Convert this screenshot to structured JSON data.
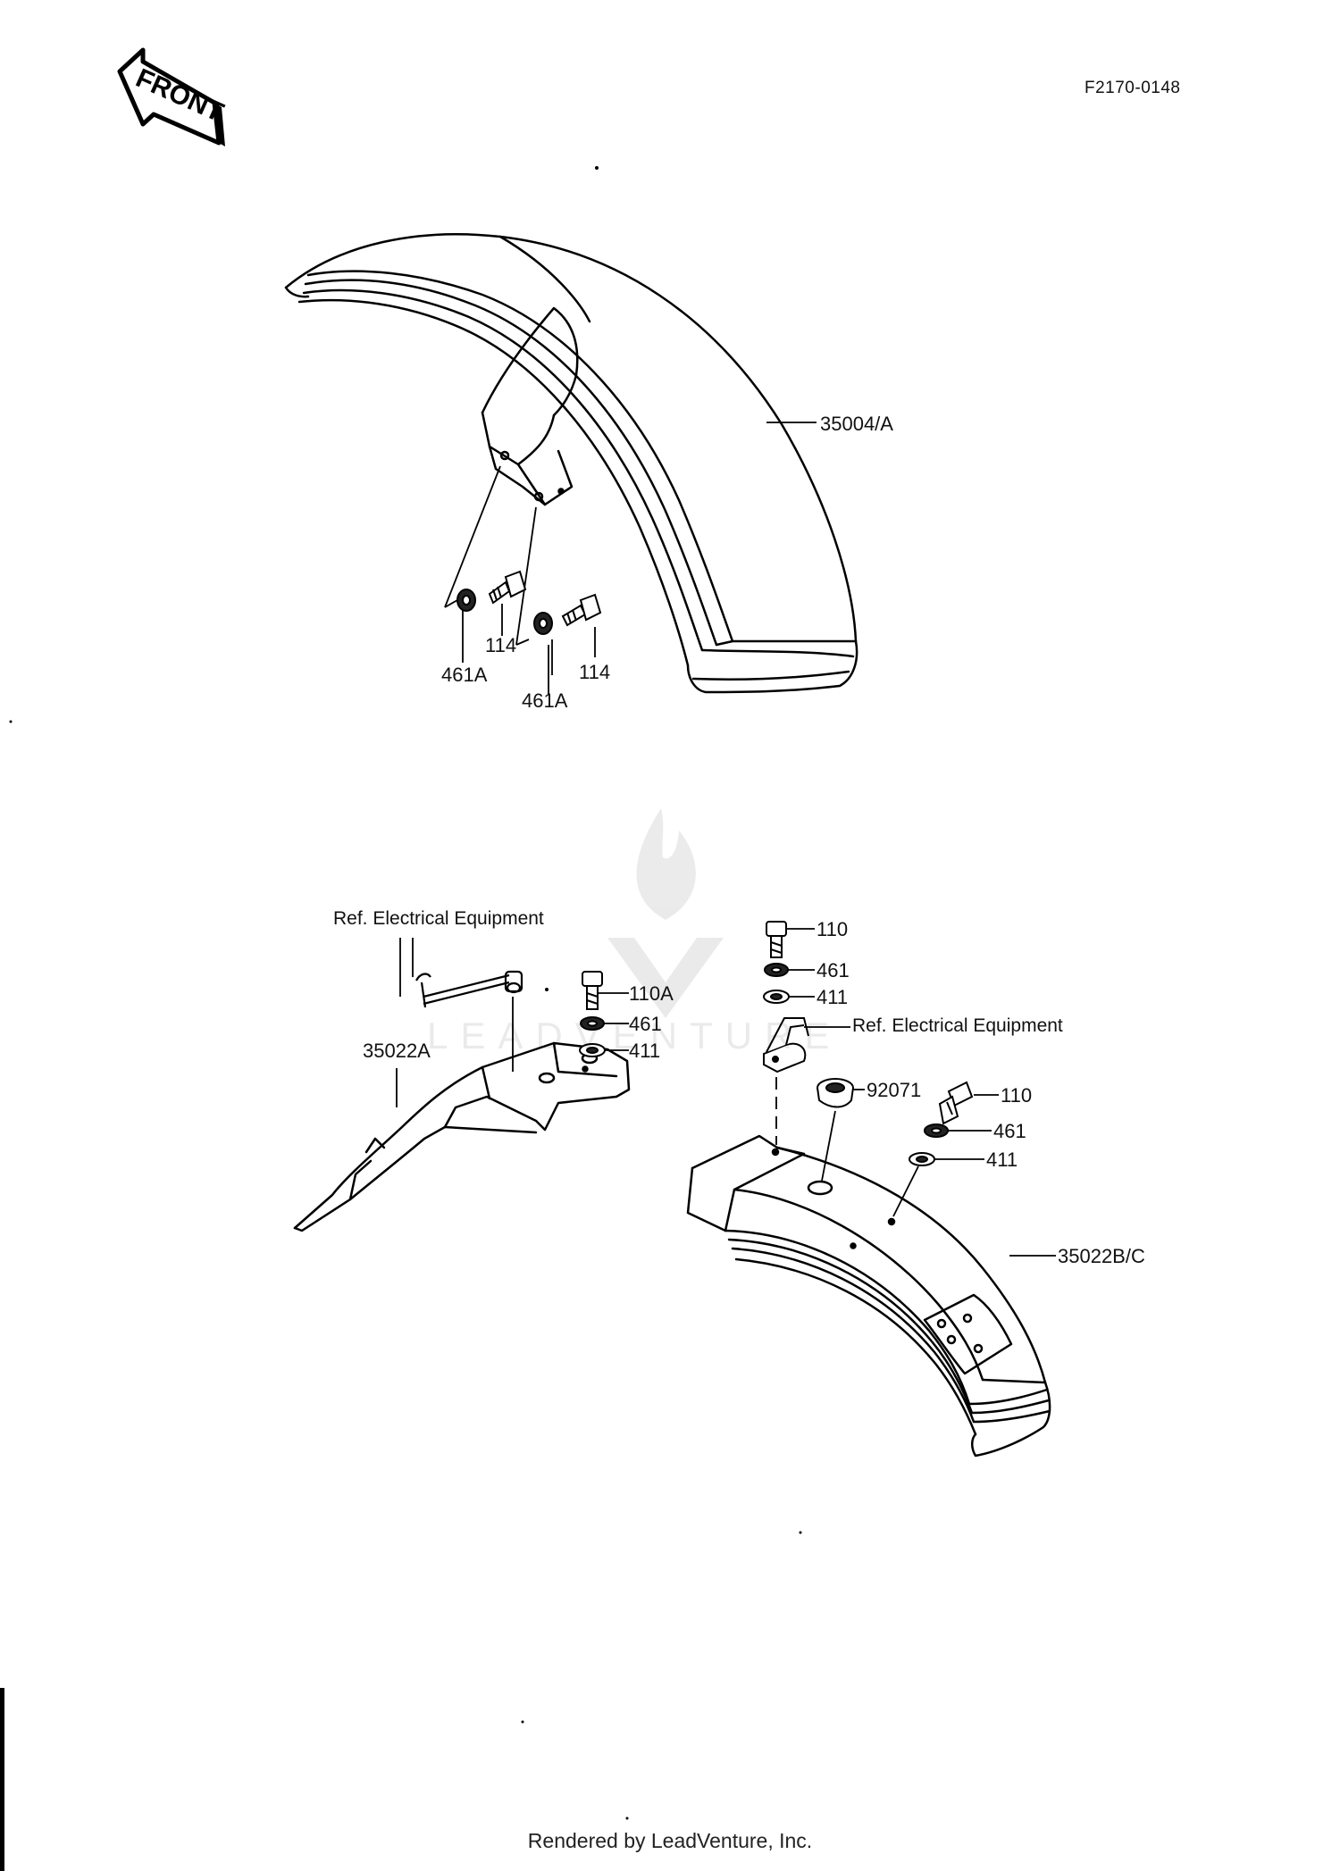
{
  "header": {
    "front_badge": "FRONT",
    "doc_code": "F2170-0148"
  },
  "callouts": {
    "front_fender": "35004/A",
    "bolt_1": "114",
    "bolt_2": "114",
    "washer_1": "461A",
    "washer_2": "461A",
    "ref_left": "Ref.  Electrical Equipment",
    "flap": "35022A",
    "bolt_110a": "110A",
    "w461_left": "461",
    "w411_left": "411",
    "bolt_110_top": "110",
    "w461_top": "461",
    "w411_top": "411",
    "ref_right": "Ref. Electrical Equipment",
    "grommet": "92071",
    "bolt_110_right": "110",
    "w461_right": "461",
    "w411_right": "411",
    "rear_fender": "35022B/C"
  },
  "watermark": {
    "text": "LEADVENTURE"
  },
  "footer": {
    "text": "Rendered by LeadVenture, Inc."
  }
}
